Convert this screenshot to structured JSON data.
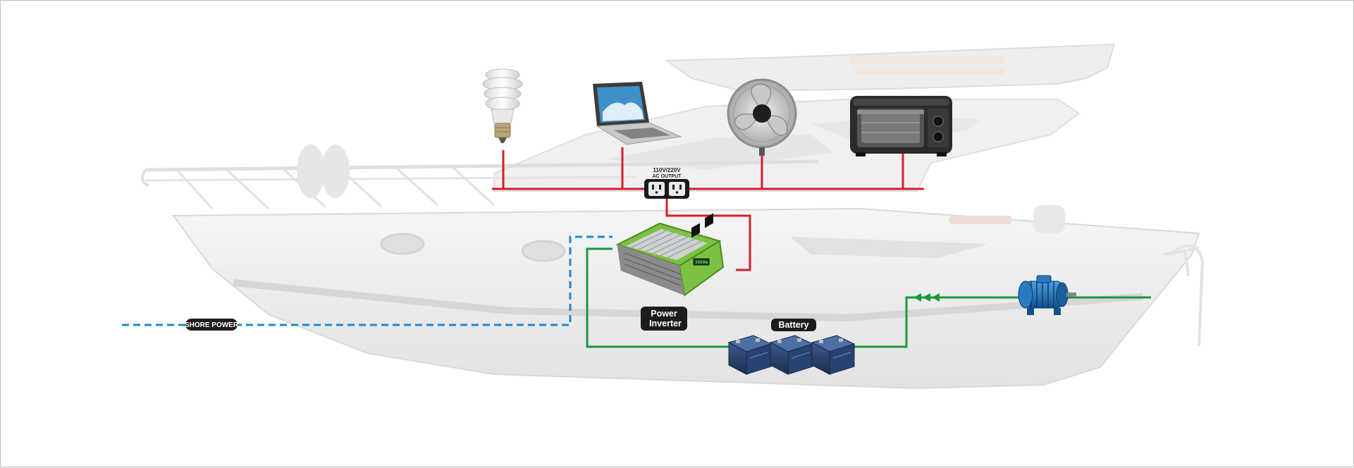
{
  "labels": {
    "shore_power": "SHORE POWER",
    "inverter_line1": "Power",
    "inverter_line2": "Inverter",
    "battery": "Battery",
    "ac_output_line1": "110V/220V",
    "ac_output_line2": "AC OUTPUT"
  },
  "devices": {
    "inverter_display": "3000W",
    "appliances": [
      "light-bulb-icon",
      "laptop-icon",
      "fan-icon",
      "toaster-oven-icon"
    ],
    "battery_count": 3,
    "motor": "electric-motor-icon"
  },
  "colors": {
    "ac_line": "#d42026",
    "dc_line": "#159a3c",
    "shore_line": "#1e88d0",
    "label_bg": "#1d1d1d",
    "boat": "#e6e6e6",
    "inverter_green": "#7cc242"
  }
}
